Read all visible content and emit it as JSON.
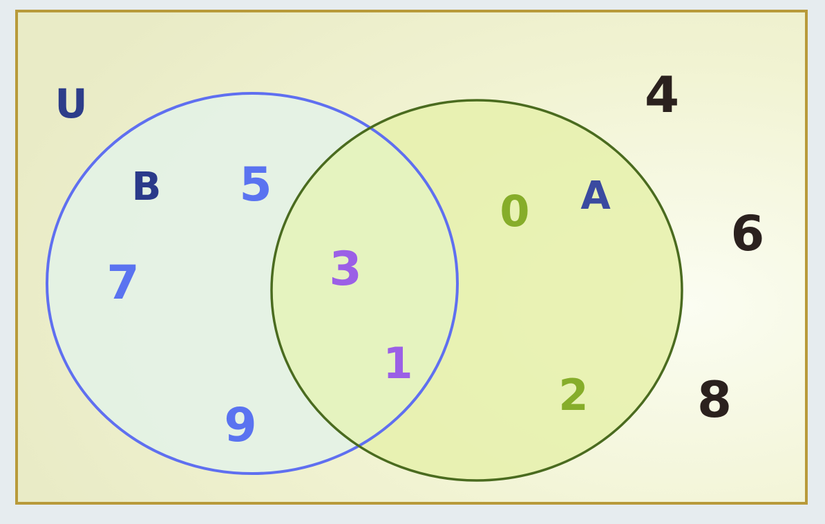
{
  "diagram": {
    "universe_label": "U",
    "set_b": {
      "label": "B",
      "only_elements": [
        "5",
        "7",
        "9"
      ]
    },
    "set_a": {
      "label": "A",
      "only_elements": [
        "0",
        "2"
      ]
    },
    "intersection": [
      "3",
      "1"
    ],
    "outside": [
      "4",
      "6",
      "8"
    ]
  },
  "colors": {
    "border": "#b89a3a",
    "universe_fill": "#eef0c8",
    "set_b_stroke": "#5f6ff0",
    "set_a_stroke": "#4a6b1f",
    "b_label_color": "#2a3a8a",
    "b_number_color": "#5a73f0",
    "a_label_color": "#3a4aa0",
    "a_number_color": "#86ad2a",
    "intersection_color": "#9b5fe6",
    "outside_color": "#2b211e"
  }
}
